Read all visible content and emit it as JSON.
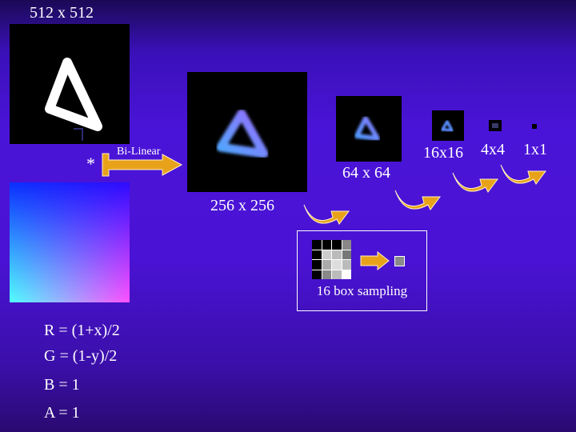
{
  "labels": {
    "size_512": "512 x 512",
    "size_256": "256 x 256",
    "size_64": "64 x 64",
    "size_16": "16x16",
    "size_4": "4x4",
    "size_1": "1x1",
    "bilinear": "Bi-Linear",
    "multiply": "*",
    "sampling": "16 box sampling"
  },
  "equations": {
    "r": "R = (1+x)/2",
    "g": "G = (1-y)/2",
    "b": "B = 1",
    "a": "A = 1"
  },
  "colors": {
    "arrow_orange": "#e8a21a",
    "arrow_dark": "#8a5a10",
    "highlight": "#fff2c0"
  },
  "sampling_grid": [
    "#000000",
    "#000000",
    "#000000",
    "#888888",
    "#000000",
    "#cccccc",
    "#bbbbbb",
    "#777777",
    "#000000",
    "#aaaaaa",
    "#dddddd",
    "#bbbbbb",
    "#000000",
    "#888888",
    "#bbbbbb",
    "#ffffff"
  ]
}
